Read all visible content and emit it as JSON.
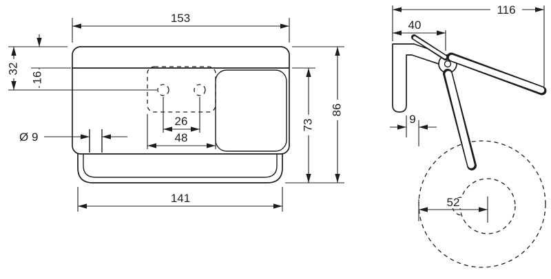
{
  "drawing": {
    "kind": "technical-dimension-drawing",
    "line_color": "#1d1d1b",
    "background_color": "#ffffff",
    "front_view": {
      "dims": {
        "top_width": "153",
        "lid_height": "16",
        "hole_offset": "32",
        "hole_diameter": "Ø 9",
        "hole_spacing": "26",
        "plate_width": "48",
        "bar_width": "141",
        "inner_height": "73",
        "total_height": "86"
      }
    },
    "side_view": {
      "dims": {
        "total_depth": "116",
        "bracket_depth": "40",
        "wall_gap": "9",
        "roll_center_offset": "52"
      }
    }
  }
}
